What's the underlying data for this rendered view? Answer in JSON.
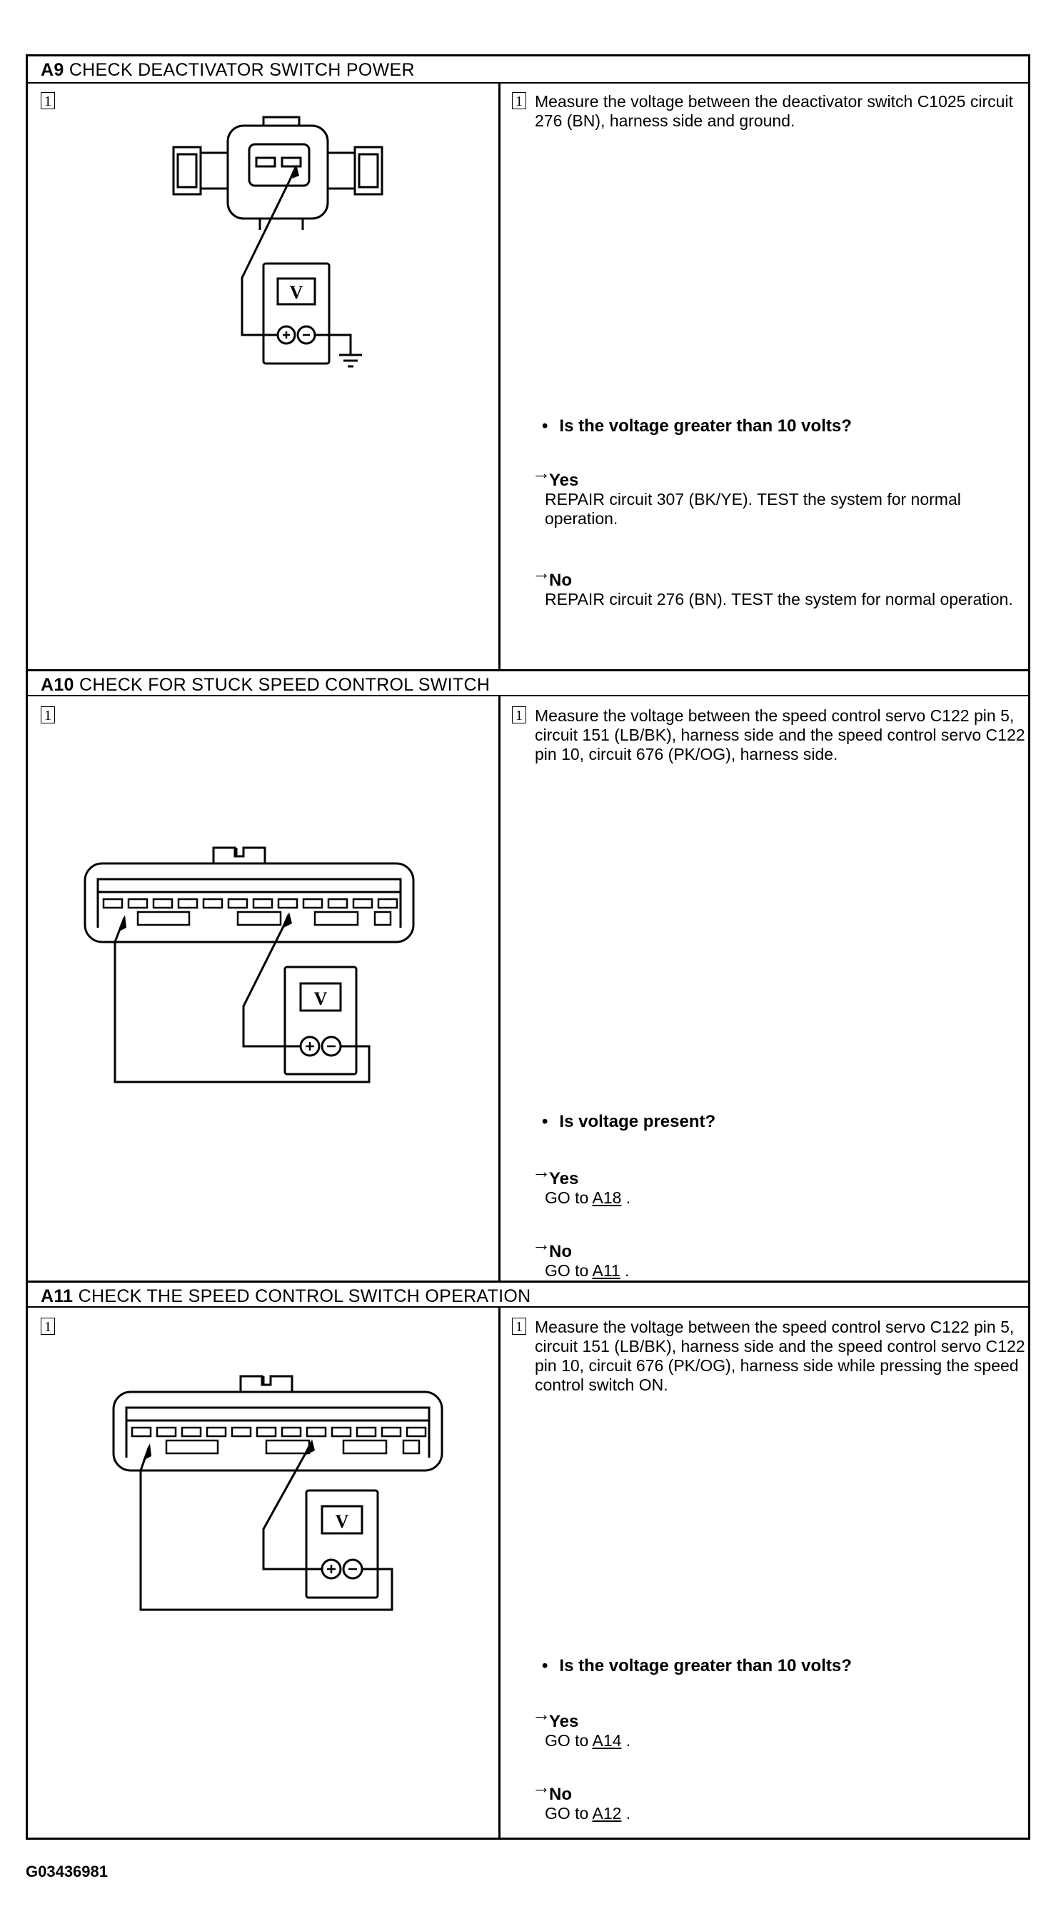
{
  "sections": [
    {
      "code": "A9",
      "title": "CHECK DEACTIVATOR SWITCH POWER",
      "step": "1",
      "instruction": "Measure the voltage between the deactivator switch C1025 circuit 276 (BN), harness side and ground.",
      "question": "Is the voltage greater than 10 volts?",
      "yes": {
        "label": "Yes",
        "text": "REPAIR circuit 307 (BK/YE). TEST the system for normal operation."
      },
      "no": {
        "label": "No",
        "text": "REPAIR circuit 276 (BN). TEST the system for normal operation."
      }
    },
    {
      "code": "A10",
      "title": "CHECK FOR STUCK SPEED CONTROL SWITCH",
      "step": "1",
      "instruction": "Measure the voltage between the speed control servo C122 pin 5, circuit 151 (LB/BK), harness side and the speed control servo C122 pin 10, circuit 676 (PK/OG), harness side.",
      "question": "Is voltage present?",
      "yes": {
        "label": "Yes",
        "prefix": "GO to ",
        "link": "A18"
      },
      "no": {
        "label": "No",
        "prefix": "GO to ",
        "link": "A11"
      }
    },
    {
      "code": "A11",
      "title": "CHECK THE SPEED CONTROL SWITCH OPERATION",
      "step": "1",
      "instruction": "Measure the voltage between the speed control servo C122 pin 5, circuit 151 (LB/BK), harness side and the speed control servo C122 pin 10, circuit 676 (PK/OG), harness side while pressing the speed control switch ON.",
      "question": "Is the voltage greater than 10 volts?",
      "yes": {
        "label": "Yes",
        "prefix": "GO to ",
        "link": "A14"
      },
      "no": {
        "label": "No",
        "prefix": "GO to ",
        "link": "A12"
      }
    }
  ],
  "meter_label": "V",
  "figure_id": "G03436981"
}
